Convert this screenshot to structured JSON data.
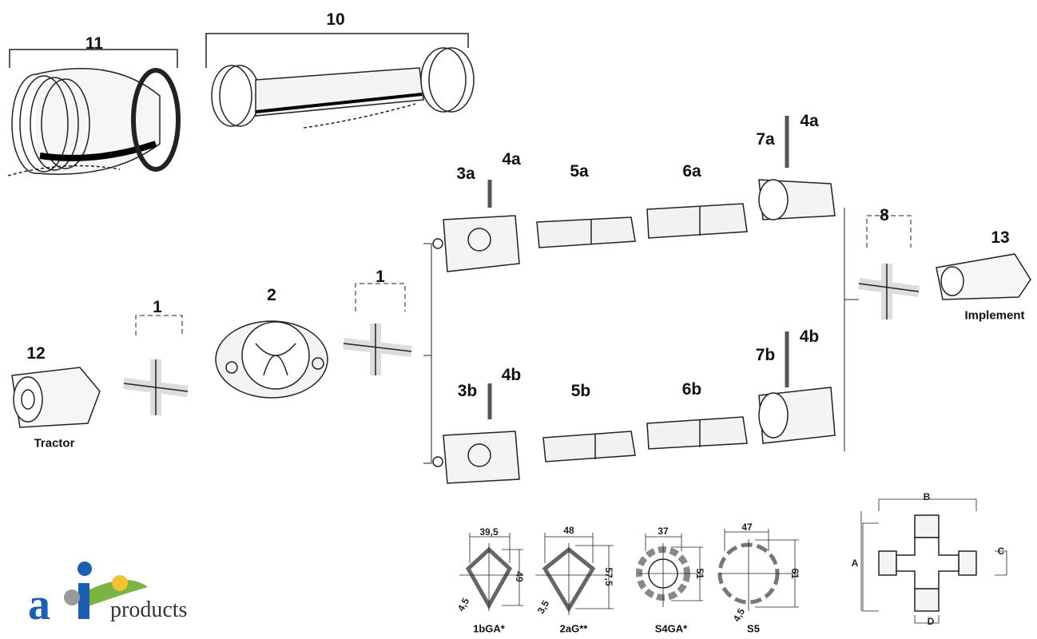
{
  "labels": {
    "p11": "11",
    "p10": "10",
    "p3a": "3a",
    "p4a_1": "4a",
    "p5a": "5a",
    "p6a": "6a",
    "p7a": "7a",
    "p4a_2": "4a",
    "p8": "8",
    "p13": "13",
    "implement": "Implement",
    "p1_right": "1",
    "p2": "2",
    "p1_left": "1",
    "p12": "12",
    "tractor": "Tractor",
    "p3b": "3b",
    "p4b_1": "4b",
    "p5b": "5b",
    "p6b": "6b",
    "p7b": "7b",
    "p4b_2": "4b"
  },
  "profiles": [
    {
      "name": "1bGA*",
      "width": "39,5",
      "height": "49",
      "wall": "4,5"
    },
    {
      "name": "2aG**",
      "width": "48",
      "height": "57,5",
      "wall": "3,5"
    },
    {
      "name": "S4GA*",
      "width": "37",
      "height": "51"
    },
    {
      "name": "S5",
      "width": "47",
      "height": "61",
      "wall": "4,5"
    }
  ],
  "cross_dims": {
    "a": "A",
    "b": "B",
    "c": "C",
    "d": "D"
  },
  "logo": {
    "text": "products",
    "mark": "a&i"
  },
  "colors": {
    "logo_blue": "#1a5fb4",
    "logo_green": "#7cb342",
    "logo_yellow": "#f2c230"
  }
}
